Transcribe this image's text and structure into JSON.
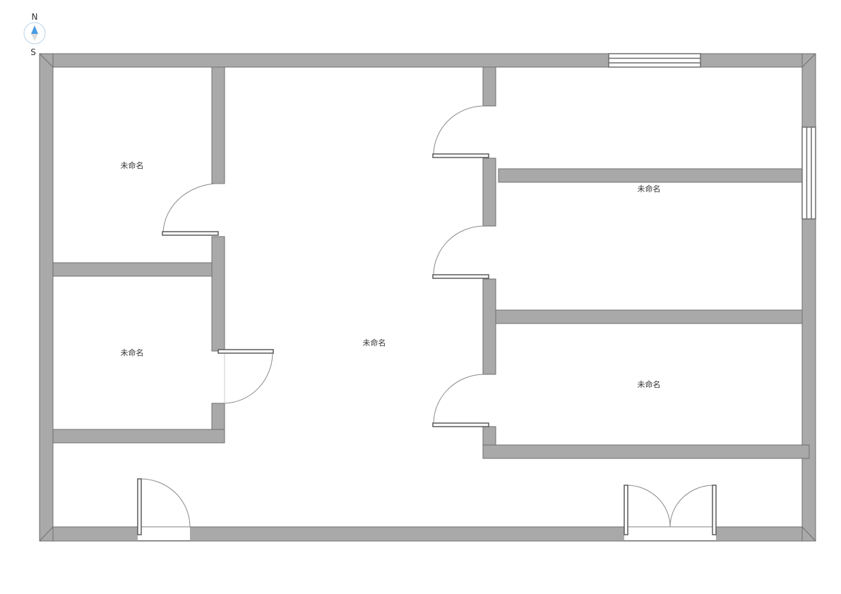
{
  "compass": {
    "north": "N",
    "south": "S",
    "accent": "#4a9be0"
  },
  "rooms": [
    {
      "label": "未命名"
    },
    {
      "label": "未命名"
    },
    {
      "label": "未命名"
    },
    {
      "label": "未命名"
    },
    {
      "label": "未命名"
    }
  ],
  "colors": {
    "wall": "#a9a9a9",
    "outline": "#6e6e6e"
  }
}
